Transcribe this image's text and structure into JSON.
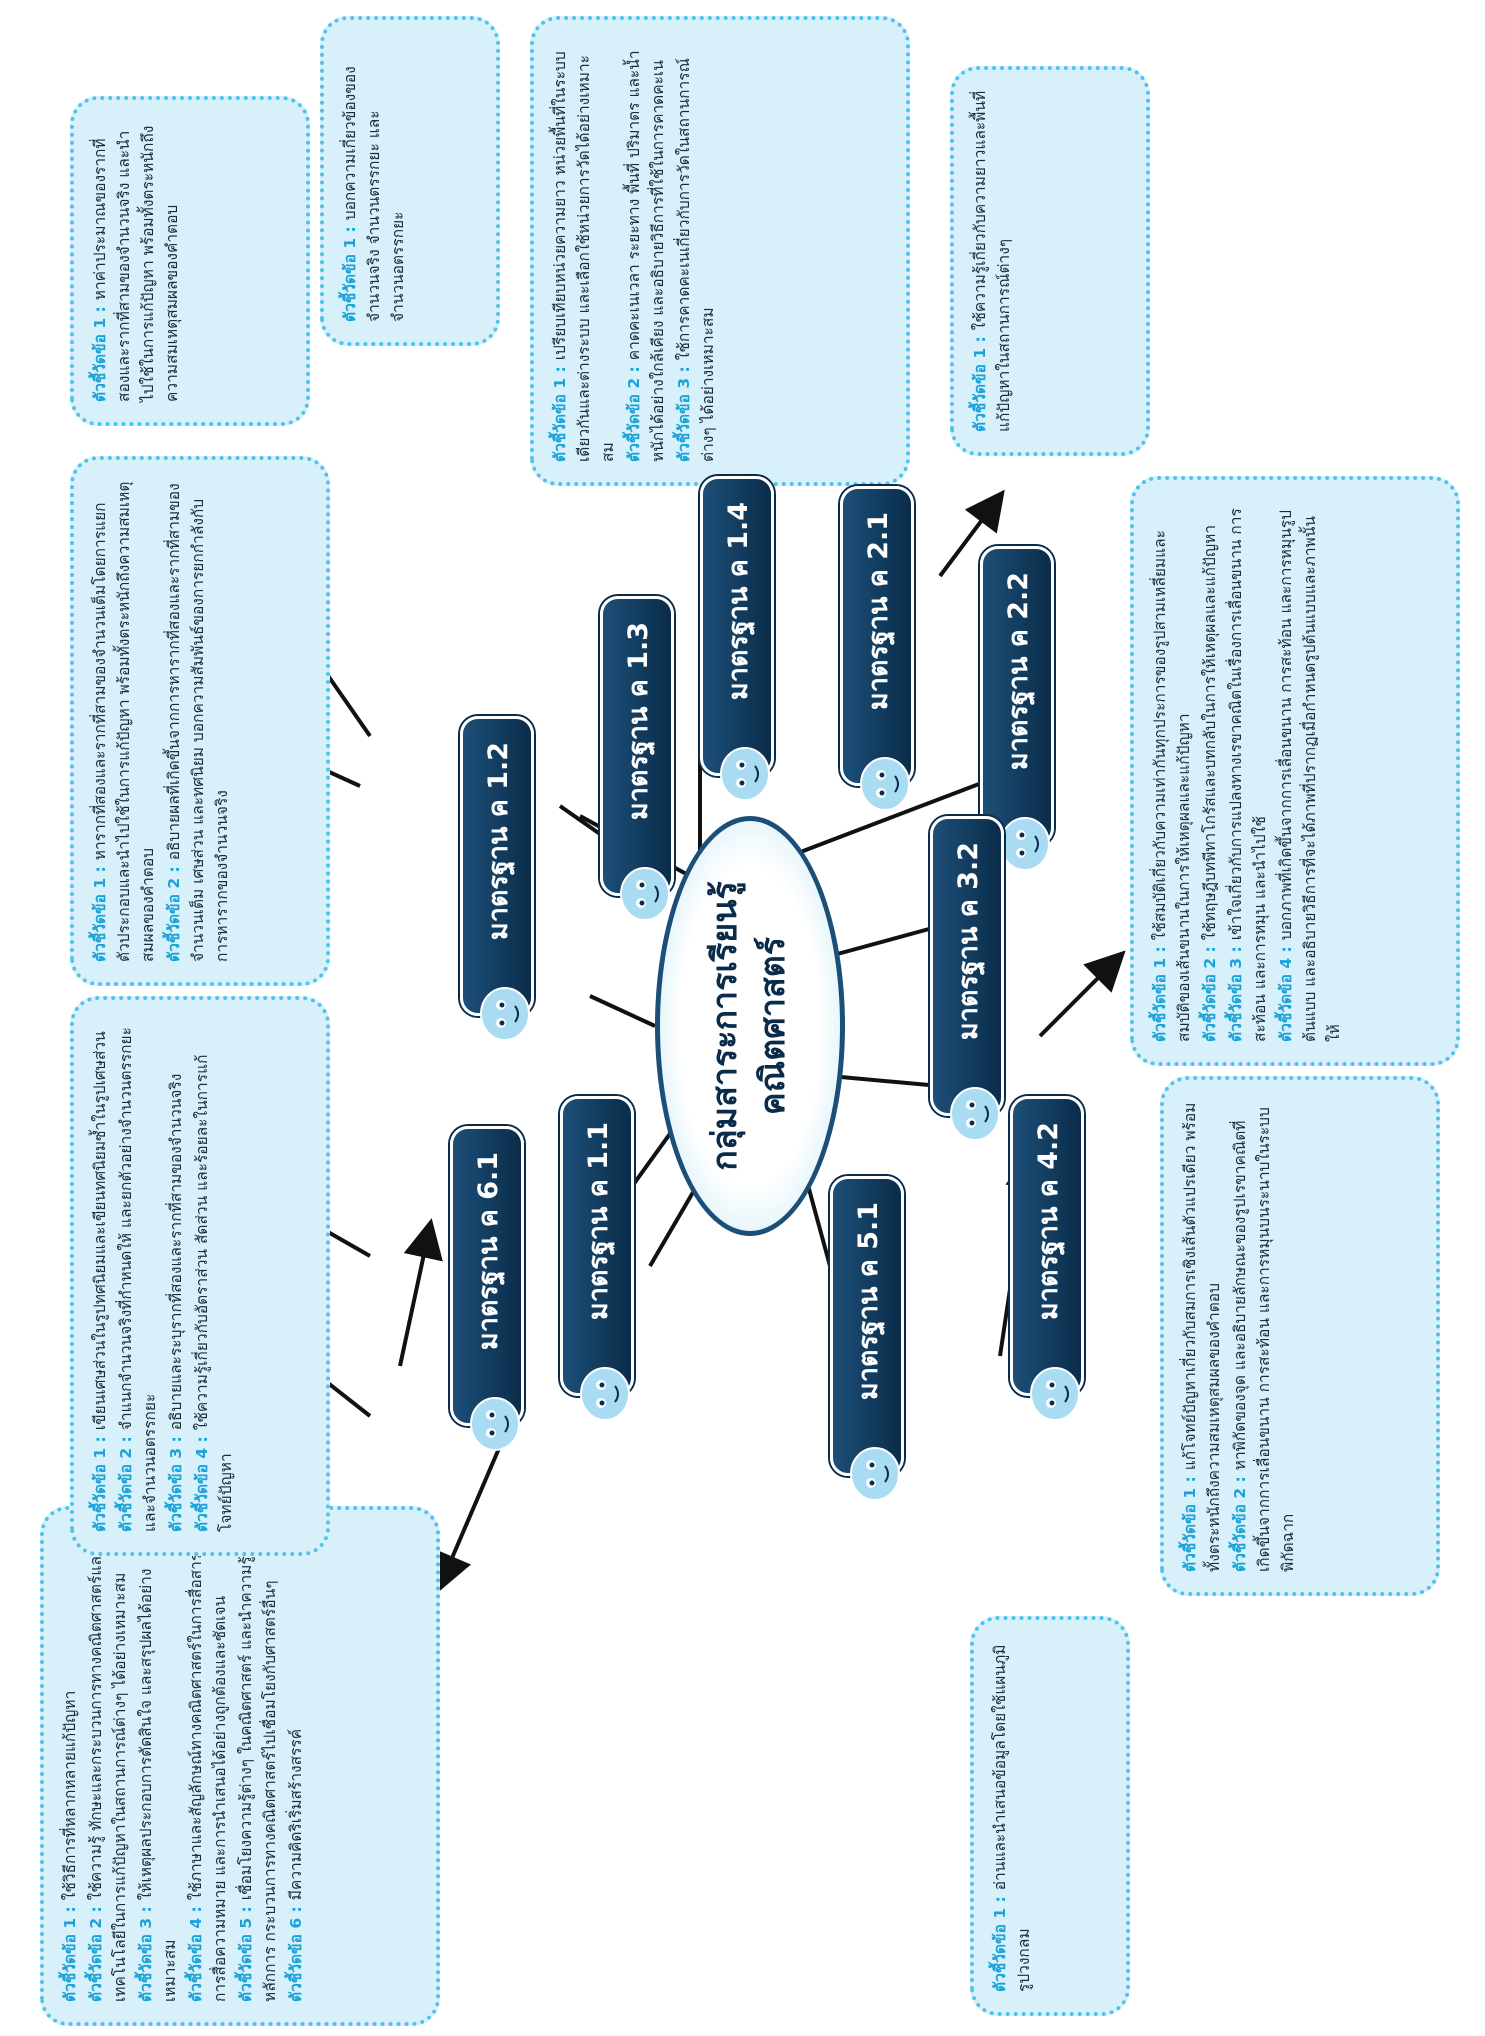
{
  "center": {
    "line1": "กลุ่มสาระการเรียนรู้",
    "line2": "คณิตศาสตร์"
  },
  "standards": {
    "s11": "มาตรฐาน ค 1.1",
    "s12": "มาตรฐาน ค 1.2",
    "s13": "มาตรฐาน ค 1.3",
    "s14": "มาตรฐาน ค 1.4",
    "s21": "มาตรฐาน ค 2.1",
    "s22": "มาตรฐาน ค 2.2",
    "s32": "มาตรฐาน ค 3.2",
    "s42": "มาตรฐาน ค 4.2",
    "s51": "มาตรฐาน ค 5.1",
    "s61": "มาตรฐาน ค 6.1"
  },
  "boxes": {
    "b61": [
      {
        "label": "ตัวชี้วัดข้อ 1 :",
        "text": "ใช้วิธีการที่หลากหลายแก้ปัญหา"
      },
      {
        "label": "ตัวชี้วัดข้อ 2 :",
        "text": "ใช้ความรู้ ทักษะและกระบวนการทางคณิตศาสตร์และเทคโนโลยีในการแก้ปัญหาในสถานการณ์ต่างๆ ได้อย่างเหมาะสม"
      },
      {
        "label": "ตัวชี้วัดข้อ 3 :",
        "text": "ให้เหตุผลประกอบการตัดสินใจ และสรุปผลได้อย่างเหมาะสม"
      },
      {
        "label": "ตัวชี้วัดข้อ 4 :",
        "text": "ใช้ภาษาและสัญลักษณ์ทางคณิตศาสตร์ในการสื่อสาร การสื่อความหมาย และการนำเสนอได้อย่างถูกต้องและชัดเจน"
      },
      {
        "label": "ตัวชี้วัดข้อ 5 :",
        "text": "เชื่อมโยงความรู้ต่างๆ ในคณิตศาสตร์ และนำความรู้ หลักการ กระบวนการทางคณิตศาสตร์ไปเชื่อมโยงกับศาสตร์อื่นๆ"
      },
      {
        "label": "ตัวชี้วัดข้อ 6 :",
        "text": "มีความคิดริเริ่มสร้างสรรค์"
      }
    ],
    "b11": [
      {
        "label": "ตัวชี้วัดข้อ 1 :",
        "text": "เขียนเศษส่วนในรูปทศนิยมและเขียนทศนิยมซ้ำในรูปเศษส่วน"
      },
      {
        "label": "ตัวชี้วัดข้อ 2 :",
        "text": "จำแนกจำนวนจริงที่กำหนดให้ และยกตัวอย่างจำนวนตรรกยะและจำนวนอตรรกยะ"
      },
      {
        "label": "ตัวชี้วัดข้อ 3 :",
        "text": "อธิบายและระบุรากที่สองและรากที่สามของจำนวนจริง"
      },
      {
        "label": "ตัวชี้วัดข้อ 4 :",
        "text": "ใช้ความรู้เกี่ยวกับอัตราส่วน สัดส่วน และร้อยละในการแก้โจทย์ปัญหา"
      }
    ],
    "b12": [
      {
        "label": "ตัวชี้วัดข้อ 1 :",
        "text": "หารากที่สองและรากที่สามของจำนวนเต็มโดยการแยกตัวประกอบและนำไปใช้ในการแก้ปัญหา พร้อมทั้งตระหนักถึงความสมเหตุสมผลของคำตอบ"
      },
      {
        "label": "ตัวชี้วัดข้อ 2 :",
        "text": "อธิบายผลที่เกิดขึ้นจากการหารากที่สองและรากที่สามของจำนวนเต็ม เศษส่วน และทศนิยม บอกความสัมพันธ์ของการยกกำลังกับการหารากของจำนวนจริง"
      }
    ],
    "b13": [
      {
        "label": "ตัวชี้วัดข้อ 1 :",
        "text": "หาค่าประมาณของรากที่สองและรากที่สามของจำนวนจริง และนำไปใช้ในการแก้ปัญหา พร้อมทั้งตระหนักถึงความสมเหตุสมผลของคำตอบ"
      }
    ],
    "b14": [
      {
        "label": "ตัวชี้วัดข้อ 1 :",
        "text": "บอกความเกี่ยวข้องของจำนวนจริง จำนวนตรรกยะ และจำนวนอตรรกยะ"
      }
    ],
    "b21": [
      {
        "label": "ตัวชี้วัดข้อ 1 :",
        "text": "เปรียบเทียบหน่วยความยาว หน่วยพื้นที่ในระบบเดียวกันและต่างระบบ และเลือกใช้หน่วยการวัดได้อย่างเหมาะสม"
      },
      {
        "label": "ตัวชี้วัดข้อ 2 :",
        "text": "คาดคะเนเวลา ระยะทาง พื้นที่ ปริมาตร และน้ำหนักได้อย่างใกล้เคียง และอธิบายวิธีการที่ใช้ในการคาดคะเน"
      },
      {
        "label": "ตัวชี้วัดข้อ 3 :",
        "text": "ใช้การคาดคะเนเกี่ยวกับการวัดในสถานการณ์ต่างๆ ได้อย่างเหมาะสม"
      }
    ],
    "b22": [
      {
        "label": "ตัวชี้วัดข้อ 1 :",
        "text": "ใช้ความรู้เกี่ยวกับความยาวและพื้นที่แก้ปัญหาในสถานการณ์ต่างๆ"
      }
    ],
    "b32": [
      {
        "label": "ตัวชี้วัดข้อ 1 :",
        "text": "ใช้สมบัติเกี่ยวกับความเท่ากันทุกประการของรูปสามเหลี่ยมและสมบัติของเส้นขนานในการให้เหตุผลและแก้ปัญหา"
      },
      {
        "label": "ตัวชี้วัดข้อ 2 :",
        "text": "ใช้ทฤษฎีบทพีทาโกรัสและบทกลับในการให้เหตุผลและแก้ปัญหา"
      },
      {
        "label": "ตัวชี้วัดข้อ 3 :",
        "text": "เข้าใจเกี่ยวกับการแปลงทางเรขาคณิตในเรื่องการเลื่อนขนาน การสะท้อน และการหมุน และนำไปใช้"
      },
      {
        "label": "ตัวชี้วัดข้อ 4 :",
        "text": "บอกภาพที่เกิดขึ้นจากการเลื่อนขนาน การสะท้อน และการหมุนรูปต้นแบบ และอธิบายวิธีการที่จะได้ภาพที่ปรากฏเมื่อกำหนดรูปต้นแบบและภาพนั้นให้"
      }
    ],
    "b42": [
      {
        "label": "ตัวชี้วัดข้อ 1 :",
        "text": "แก้โจทย์ปัญหาเกี่ยวกับสมการเชิงเส้นตัวแปรเดียว พร้อมทั้งตระหนักถึงความสมเหตุสมผลของคำตอบ"
      },
      {
        "label": "ตัวชี้วัดข้อ 2 :",
        "text": "หาพิกัดของจุด และอธิบายลักษณะของรูปเรขาคณิตที่เกิดขึ้นจากการเลื่อนขนาน การสะท้อน และการหมุนบนระนาบในระบบพิกัดฉาก"
      }
    ],
    "b51": [
      {
        "label": "ตัวชี้วัดข้อ 1 :",
        "text": "อ่านและนำเสนอข้อมูลโดยใช้แผนภูมิรูปวงกลม"
      }
    ]
  },
  "colors": {
    "standard_fill": "#0a2c4a",
    "box_fill": "#d8f0fa",
    "box_border": "#4fc3ea",
    "label": "#1aa3d9"
  }
}
